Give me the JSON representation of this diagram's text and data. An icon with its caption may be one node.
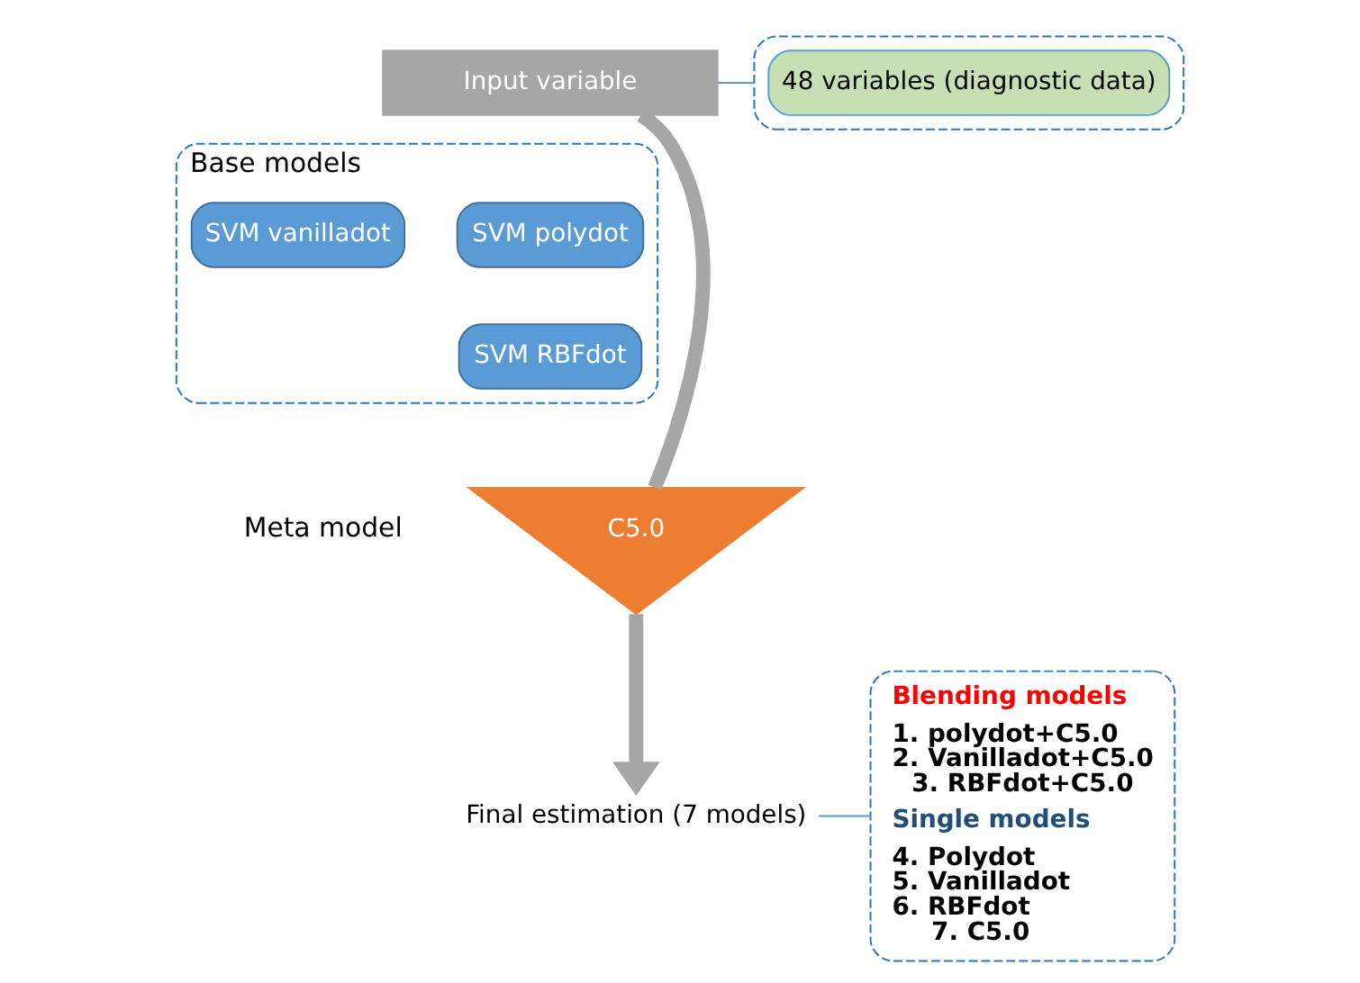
{
  "diagram": {
    "nodes": [
      {
        "text": [
          "Input variable"
        ]
      },
      {
        "text": [],
        "shape": "box"
      },
      {
        "text": [
          "48 variables (diagnostic data)"
        ],
        "in": 1
      },
      {
        "text": [
          "Base models"
        ]
      },
      {
        "text": [
          "SVM polydot"
        ],
        "in": 3
      },
      {
        "text": [
          "SVM vanilladot"
        ],
        "in": 3
      },
      {
        "text": [
          "SVM RBFdot"
        ],
        "in": 3
      },
      {
        "text": [
          "C5.0"
        ],
        "beside": [
          "Meta model"
        ]
      },
      {
        "text": [
          "Final estimation (7 models)"
        ]
      },
      {
        "text": [
          "Blending models",
          "1. polydot+C5.0 2. Vanilladot+C5.0 3. RBFdot+C5.0",
          "Single models",
          "4. Polydot 5. Vanilladot 6. RBFdot 7. C5.0"
        ]
      }
    ],
    "edges": [
      {
        "from": 0,
        "to": 1,
        "arrow": "none"
      },
      {
        "from": 0,
        "to": 7,
        "arrow": "none",
        "style": "thick",
        "color": "#a6a6a6"
      },
      {
        "from": 7,
        "to": 8,
        "arrow": "to",
        "style": "thick",
        "color": "#a6a6a6"
      },
      {
        "from": 8,
        "to": 9,
        "arrow": "none"
      }
    ]
  }
}
